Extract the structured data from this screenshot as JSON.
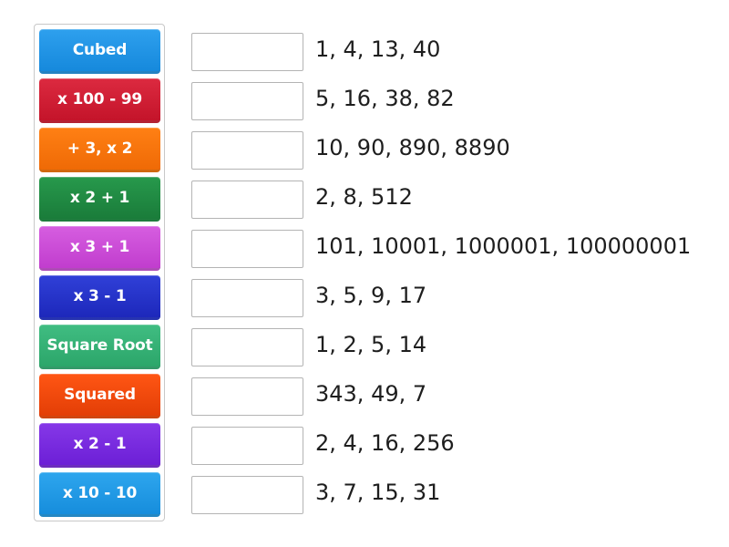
{
  "keys": [
    {
      "label": "Cubed",
      "color": "#1e93e6"
    },
    {
      "label": "x 100 - 99",
      "color": "#d21d33"
    },
    {
      "label": "+ 3, x 2",
      "color": "#f7730c"
    },
    {
      "label": "x 2 + 1",
      "color": "#1f8a42"
    },
    {
      "label": "x 3 + 1",
      "color": "#cc4fd6"
    },
    {
      "label": "x 3 - 1",
      "color": "#2532cc"
    },
    {
      "label": "Square Root",
      "color": "#35b377"
    },
    {
      "label": "Squared",
      "color": "#f24a0c"
    },
    {
      "label": "x 2 - 1",
      "color": "#7a2be0"
    },
    {
      "label": "x 10 - 10",
      "color": "#1f9ae6"
    }
  ],
  "rows": [
    {
      "answer": "",
      "sequence": "1, 4, 13, 40"
    },
    {
      "answer": "",
      "sequence": "5, 16, 38, 82"
    },
    {
      "answer": "",
      "sequence": "10, 90, 890, 8890"
    },
    {
      "answer": "",
      "sequence": "2, 8, 512"
    },
    {
      "answer": "",
      "sequence": "101, 10001, 1000001, 100000001"
    },
    {
      "answer": "",
      "sequence": "3, 5, 9, 17"
    },
    {
      "answer": "",
      "sequence": "1, 2, 5, 14"
    },
    {
      "answer": "",
      "sequence": "343, 49, 7"
    },
    {
      "answer": "",
      "sequence": "2, 4, 16, 256"
    },
    {
      "answer": "",
      "sequence": "3, 7, 15, 31"
    }
  ]
}
